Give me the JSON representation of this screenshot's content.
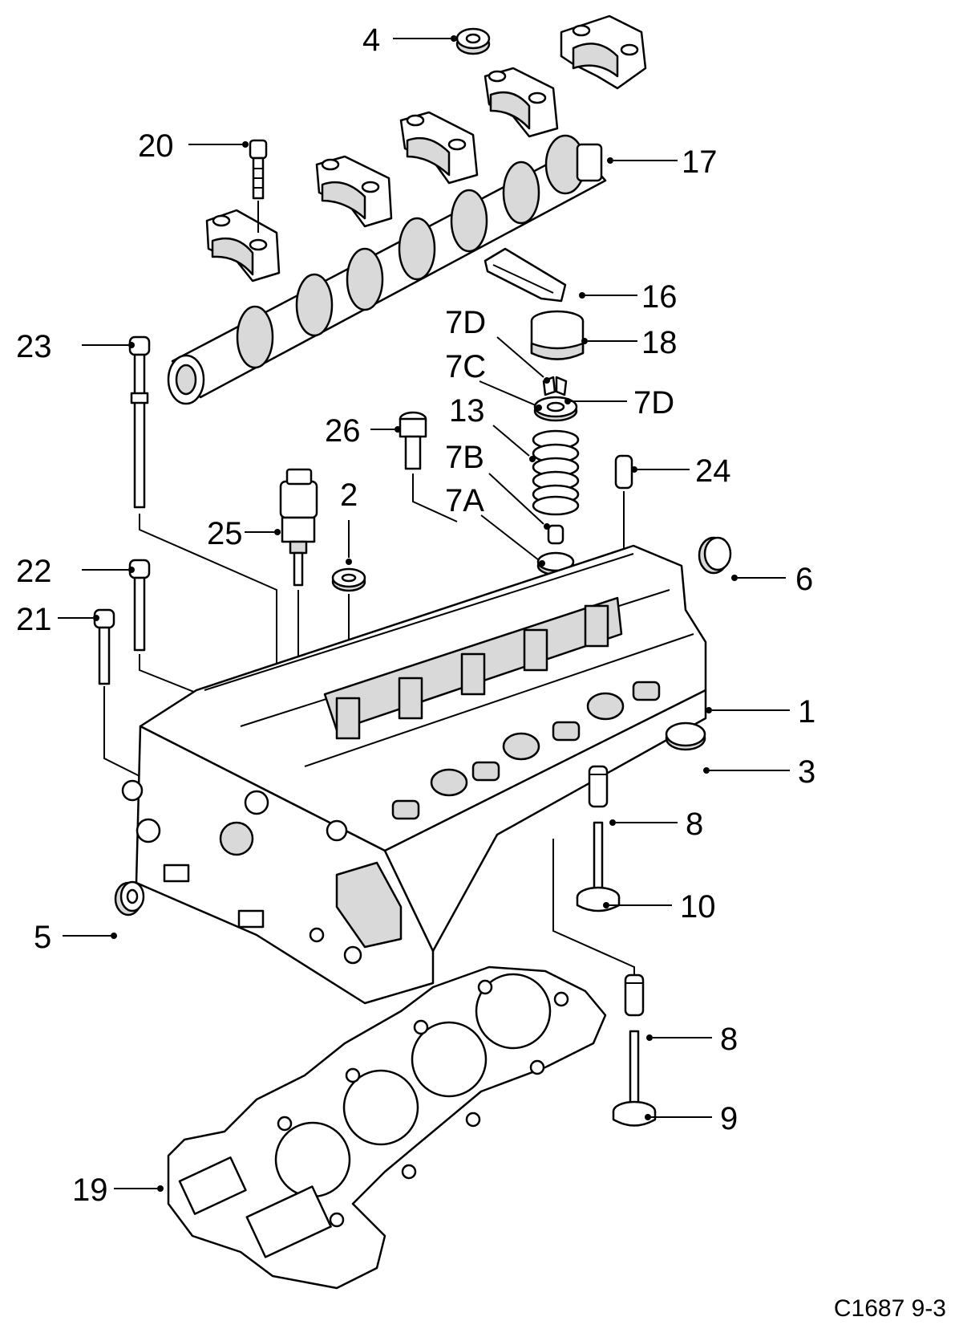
{
  "callouts": [
    {
      "id": "c4",
      "label": "4"
    },
    {
      "id": "c20",
      "label": "20"
    },
    {
      "id": "c17",
      "label": "17"
    },
    {
      "id": "c16",
      "label": "16"
    },
    {
      "id": "c7d_top",
      "label": "7D"
    },
    {
      "id": "c23",
      "label": "23"
    },
    {
      "id": "c18",
      "label": "18"
    },
    {
      "id": "c7c",
      "label": "7C"
    },
    {
      "id": "c7d_right",
      "label": "7D"
    },
    {
      "id": "c13",
      "label": "13"
    },
    {
      "id": "c26",
      "label": "26"
    },
    {
      "id": "c7b",
      "label": "7B"
    },
    {
      "id": "c24",
      "label": "24"
    },
    {
      "id": "c7a",
      "label": "7A"
    },
    {
      "id": "c2",
      "label": "2"
    },
    {
      "id": "c25",
      "label": "25"
    },
    {
      "id": "c6",
      "label": "6"
    },
    {
      "id": "c22",
      "label": "22"
    },
    {
      "id": "c21",
      "label": "21"
    },
    {
      "id": "c1",
      "label": "1"
    },
    {
      "id": "c3",
      "label": "3"
    },
    {
      "id": "c8_top",
      "label": "8"
    },
    {
      "id": "c10",
      "label": "10"
    },
    {
      "id": "c5",
      "label": "5"
    },
    {
      "id": "c8_bottom",
      "label": "8"
    },
    {
      "id": "c9",
      "label": "9"
    },
    {
      "id": "c19",
      "label": "19"
    }
  ],
  "reference_code": "C1687 9-3"
}
